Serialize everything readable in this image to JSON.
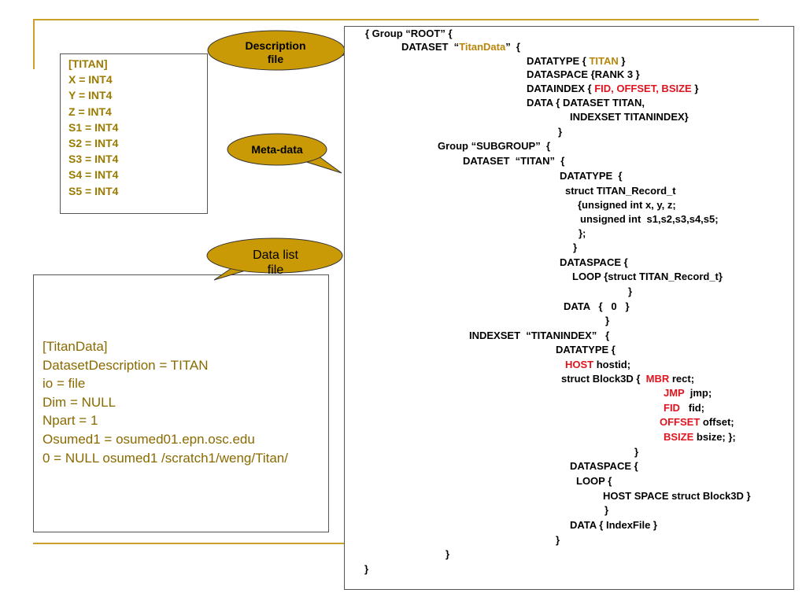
{
  "colors": {
    "rule": "#c9a227",
    "bubble_fill": "#c99a06",
    "gold_text": "#9b7a00",
    "highlight_red": "#e0141e"
  },
  "callouts": {
    "description": [
      "Description",
      "file"
    ],
    "metadata": "Meta-data",
    "datalist": [
      "Data list",
      "file"
    ]
  },
  "description_file": [
    "[TITAN]",
    "X = INT4",
    "Y = INT4",
    "Z = INT4",
    "S1 = INT4",
    "S2 = INT4",
    "S3 = INT4",
    "S4 = INT4",
    "S5 = INT4"
  ],
  "data_list_file": [
    "[TitanData]",
    "DatasetDescription = TITAN",
    "io = file",
    "Dim = NULL",
    "Npart = 1",
    "Osumed1 = osumed01.epn.osc.edu",
    "0 = NULL osumed1 /scratch1/weng/Titan/"
  ],
  "code": [
    {
      "segments": [
        {
          "t": "{ Group “ROOT” {"
        }
      ]
    },
    {
      "segments": [
        {
          "t": "DATASET  “"
        },
        {
          "t": "TitanData",
          "c": "gold"
        },
        {
          "t": "”  {"
        }
      ]
    },
    {
      "segments": [
        {
          "t": "DATATYPE { "
        },
        {
          "t": "TITAN",
          "c": "gold"
        },
        {
          "t": " }"
        }
      ]
    },
    {
      "segments": [
        {
          "t": "DATASPACE {RANK 3 }"
        }
      ]
    },
    {
      "segments": [
        {
          "t": "DATAINDEX { "
        },
        {
          "t": "FID, OFFSET, BSIZE",
          "c": "red"
        },
        {
          "t": " }"
        }
      ]
    },
    {
      "segments": [
        {
          "t": "DATA { DATASET TITAN,"
        }
      ]
    },
    {
      "segments": [
        {
          "t": "INDEXSET TITANINDEX}"
        }
      ]
    },
    {
      "segments": [
        {
          "t": "}"
        }
      ]
    },
    {
      "segments": [
        {
          "t": "Group “SUBGROUP”  {"
        }
      ]
    },
    {
      "segments": [
        {
          "t": "DATASET  “TITAN”  {"
        }
      ]
    },
    {
      "segments": [
        {
          "t": "DATATYPE  {"
        }
      ]
    },
    {
      "segments": [
        {
          "t": "struct TITAN_Record_t"
        }
      ]
    },
    {
      "segments": [
        {
          "t": "{unsigned int x, y, z;"
        }
      ]
    },
    {
      "segments": [
        {
          "t": "unsigned int  s1,s2,s3,s4,s5;"
        }
      ]
    },
    {
      "segments": [
        {
          "t": "};"
        }
      ]
    },
    {
      "segments": [
        {
          "t": "}"
        }
      ]
    },
    {
      "segments": [
        {
          "t": "DATASPACE {"
        }
      ]
    },
    {
      "segments": [
        {
          "t": "LOOP {struct TITAN_Record_t}"
        }
      ]
    },
    {
      "segments": [
        {
          "t": "}"
        }
      ]
    },
    {
      "segments": [
        {
          "t": "DATA   {   0   }"
        }
      ]
    },
    {
      "segments": [
        {
          "t": "}"
        }
      ]
    },
    {
      "segments": [
        {
          "t": "INDEXSET  “TITANINDEX”   {"
        }
      ]
    },
    {
      "segments": [
        {
          "t": "DATATYPE {"
        }
      ]
    },
    {
      "segments": [
        {
          "t": "HOST",
          "c": "red"
        },
        {
          "t": " hostid;"
        }
      ]
    },
    {
      "segments": [
        {
          "t": "struct Block3D {  "
        },
        {
          "t": "MBR",
          "c": "red"
        },
        {
          "t": " rect;"
        }
      ]
    },
    {
      "segments": [
        {
          "t": "JMP",
          "c": "red"
        },
        {
          "t": "  jmp;"
        }
      ]
    },
    {
      "segments": [
        {
          "t": "FID",
          "c": "red"
        },
        {
          "t": "   fid;"
        }
      ]
    },
    {
      "segments": [
        {
          "t": "OFFSET",
          "c": "red"
        },
        {
          "t": " offset;"
        }
      ]
    },
    {
      "segments": [
        {
          "t": "BSIZE",
          "c": "red"
        },
        {
          "t": " bsize; };"
        }
      ]
    },
    {
      "segments": [
        {
          "t": "}"
        }
      ]
    },
    {
      "segments": [
        {
          "t": "DATASPACE {"
        }
      ]
    },
    {
      "segments": [
        {
          "t": "LOOP {"
        }
      ]
    },
    {
      "segments": [
        {
          "t": "HOST SPACE struct Block3D }"
        }
      ]
    },
    {
      "segments": [
        {
          "t": "}"
        }
      ]
    },
    {
      "segments": [
        {
          "t": "DATA { IndexFile }"
        }
      ]
    },
    {
      "segments": [
        {
          "t": "}"
        }
      ]
    },
    {
      "segments": [
        {
          "t": "}"
        }
      ]
    },
    {
      "segments": [
        {
          "t": "}"
        }
      ]
    }
  ]
}
